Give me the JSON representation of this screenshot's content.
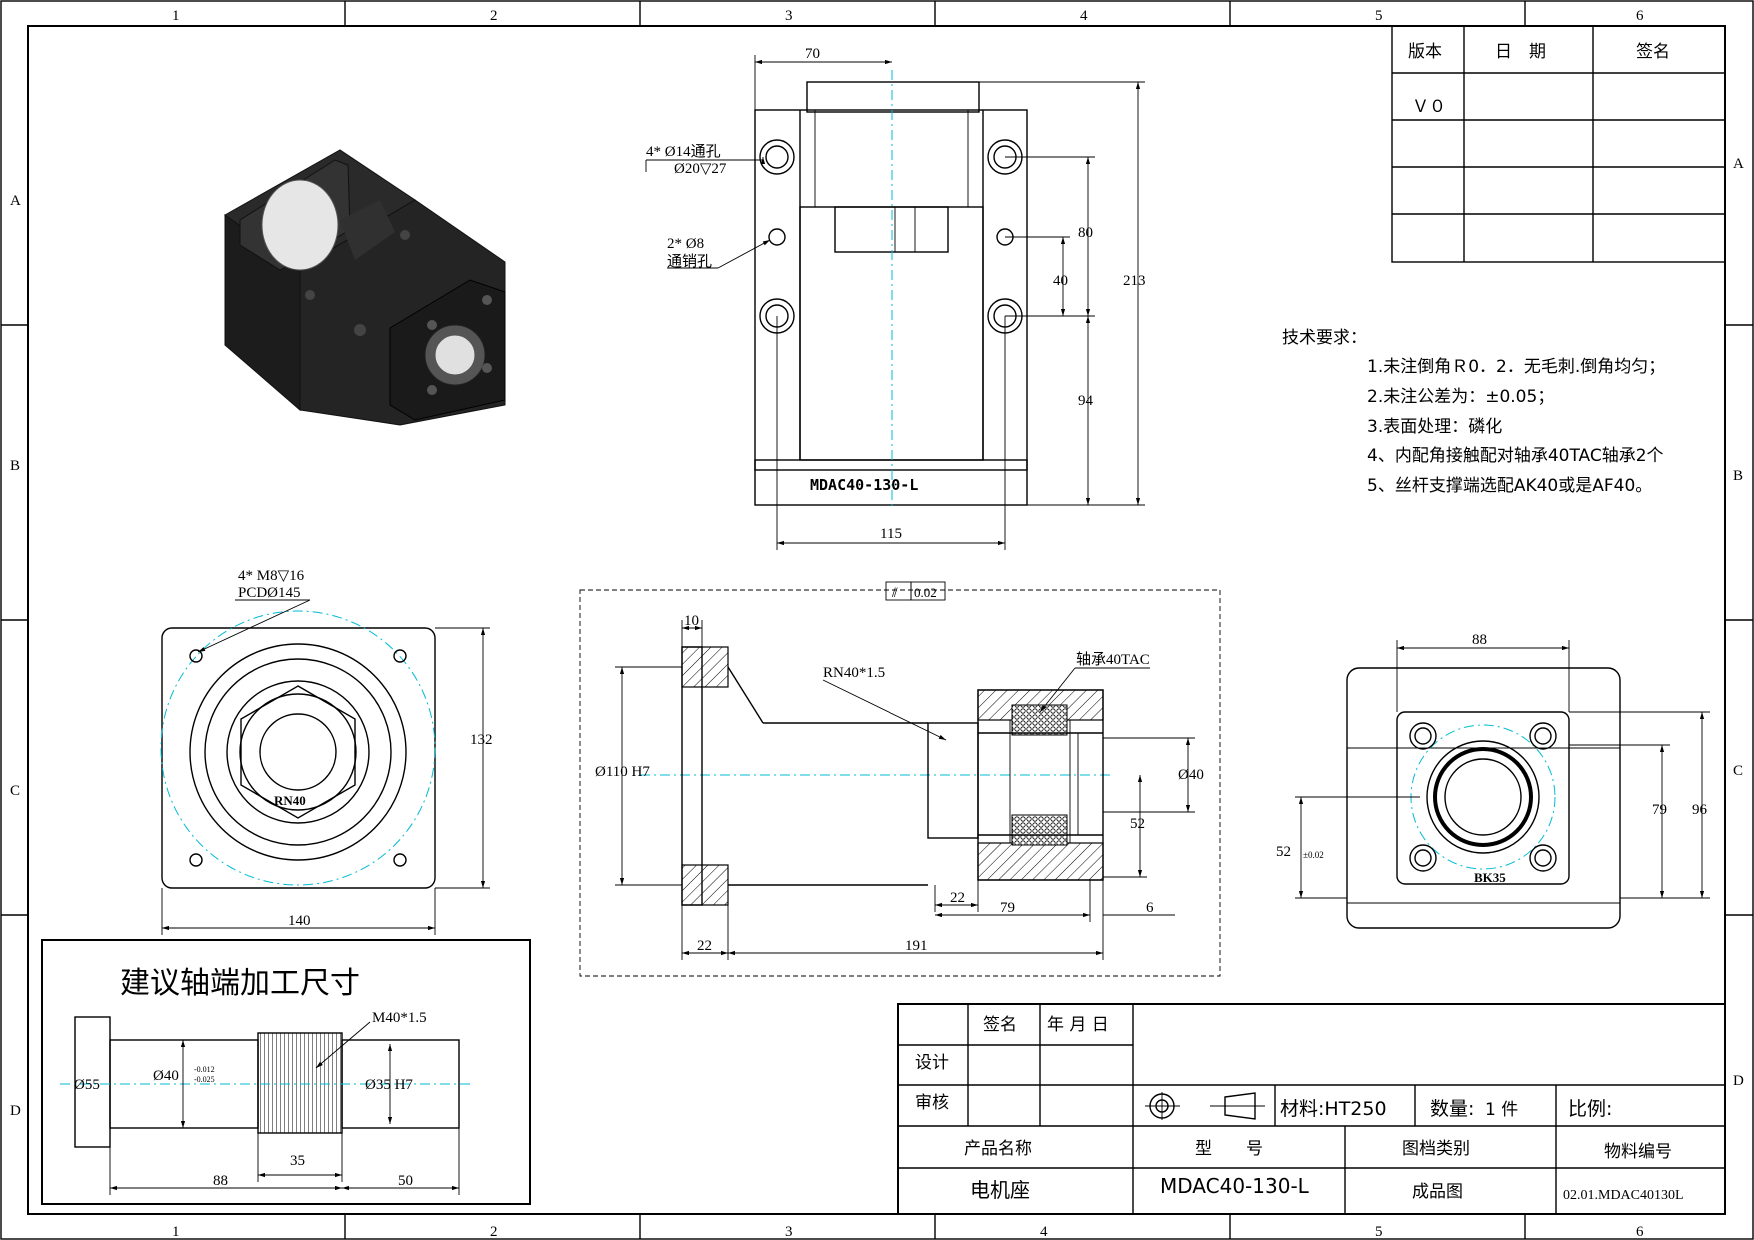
{
  "frame": {
    "col_labels": [
      "1",
      "2",
      "3",
      "4",
      "5",
      "6"
    ],
    "row_labels": [
      "A",
      "B",
      "C",
      "D"
    ]
  },
  "revision_table": {
    "headers": [
      "版本",
      "日　期",
      "签名"
    ],
    "rows": [
      [
        "Ｖ０",
        "",
        ""
      ],
      [
        "",
        "",
        ""
      ],
      [
        "",
        "",
        ""
      ],
      [
        "",
        "",
        ""
      ]
    ]
  },
  "tech_req": {
    "title": "技术要求：",
    "items": [
      "1.未注倒角Ｒ0．2．无毛刺.倒角均匀；",
      "2.未注公差为：±0.05；",
      "3.表面处理：磷化",
      "4、内配角接触配对轴承40TAC轴承2个",
      "5、丝杆支撑端选配AK40或是AF40。"
    ]
  },
  "front_view": {
    "dims": {
      "w70": "70",
      "h213": "213",
      "d80": "80",
      "d40": "40",
      "d94": "94",
      "w115": "115"
    },
    "note_holes": "4* Ø14通孔",
    "note_cbore": "Ø20▽27",
    "note_pins": "2* Ø8",
    "note_pins2": "通销孔",
    "engraving": "MDAC40-130-L"
  },
  "left_view": {
    "note1": "4* M8▽16",
    "note2": "PCDØ145",
    "dims": {
      "h132": "132",
      "w140": "140"
    },
    "engraving": "RN40"
  },
  "section_view": {
    "runout_tol": "0.02",
    "runout_sym": "⫽",
    "dims": {
      "t10": "10",
      "d110": "Ø110 H7",
      "rn": "RN40*1.5",
      "bearing": "轴承40TAC",
      "d40": "Ø40",
      "d52": "52",
      "d22a": "22",
      "d79": "79",
      "d6": "6",
      "d22b": "22",
      "d191": "191"
    }
  },
  "right_view": {
    "dims": {
      "w88": "88",
      "h52": "52",
      "h52tol": "±0.02",
      "h79": "79",
      "h96": "96"
    },
    "engraving": "BK35"
  },
  "shaft": {
    "title": "建议轴端加工尺寸",
    "thread": "M40*1.5",
    "d55": "Ø55",
    "d40": "Ø40",
    "d40tol_up": "-0.012",
    "d40tol_dn": "-0.025",
    "d35": "Ø35 H7",
    "l35": "35",
    "l88": "88",
    "l50": "50"
  },
  "title_block": {
    "sign": "签名",
    "date": "年 月 日",
    "design": "设计",
    "review": "审核",
    "material": "材料:HT250",
    "qty_label": "数量:",
    "qty_val": "1 件",
    "scale": "比例:",
    "product_name_label": "产品名称",
    "model_label": "型　　号",
    "doc_type_label": "图档类别",
    "part_no_label": "物料编号",
    "product_name": "电机座",
    "model": "MDAC40-130-L",
    "doc_type": "成品图",
    "part_no": "02.01.MDAC40130L"
  }
}
